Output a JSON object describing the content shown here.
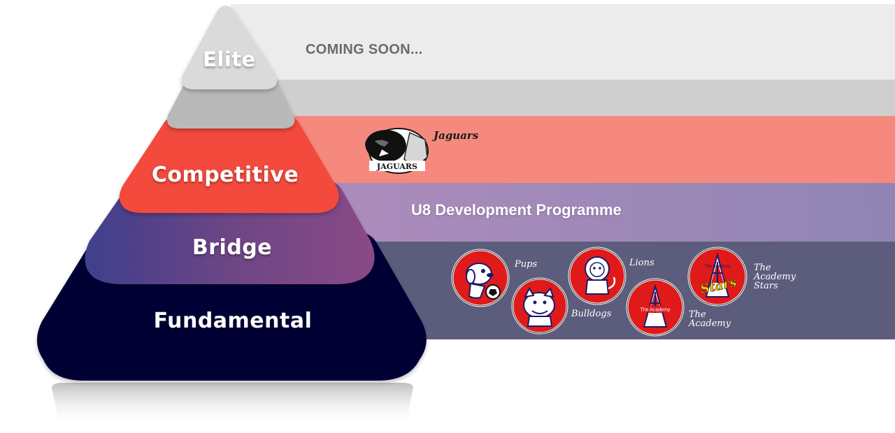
{
  "pyramid": {
    "tiers": {
      "elite": {
        "label": "Elite"
      },
      "competitive": {
        "label": "Competitive"
      },
      "bridge": {
        "label": "Bridge"
      },
      "fundamental": {
        "label": "Fundamental"
      }
    }
  },
  "bands": {
    "elite": {
      "text": "COMING SOON..."
    },
    "competitive": {
      "team": "Jaguars",
      "logo_text": "JAGUARS"
    },
    "bridge": {
      "text": "U8 Development Programme"
    },
    "fundamental": {
      "teams": {
        "pups": {
          "name": "Pups"
        },
        "bulldogs": {
          "name": "Bulldogs"
        },
        "lions": {
          "name": "Lions"
        },
        "academy": {
          "name_line1": "The",
          "name_line2": "Academy",
          "badge_text": "The Academy"
        },
        "academy_stars": {
          "name_line1": "The",
          "name_line2": "Academy",
          "name_line3": "Stars",
          "badge_text": "The Academy",
          "badge_script": "Stars"
        }
      }
    }
  },
  "colors": {
    "elite": "#d9d9d9",
    "competitive": "#f4493c",
    "bridge": "#6d4585",
    "fundamental": "#050535",
    "badge_red": "#e01a1a"
  }
}
